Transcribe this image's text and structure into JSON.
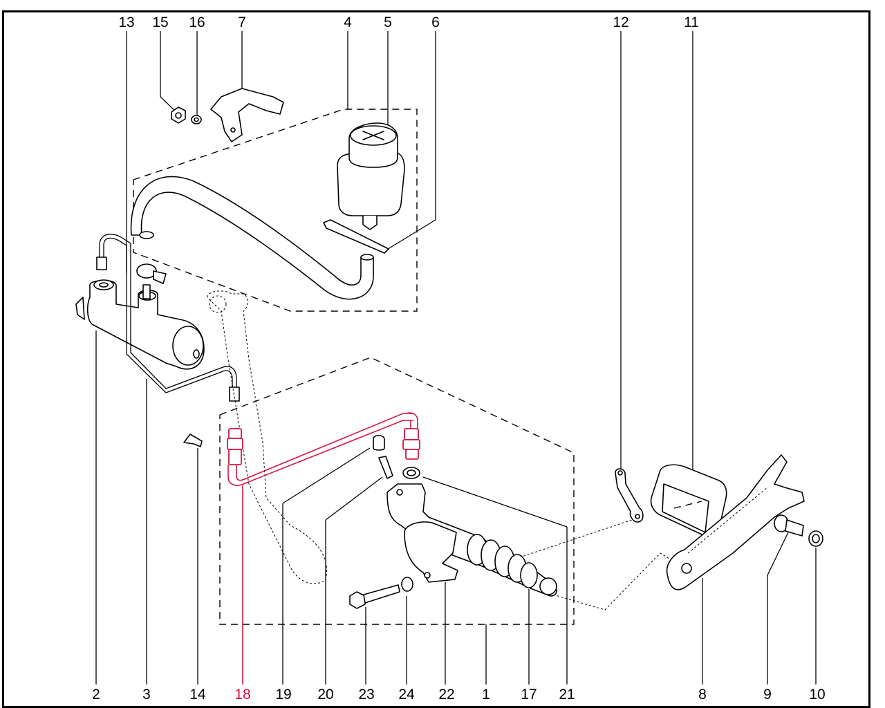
{
  "diagram": {
    "title": "Clutch hydraulic system exploded parts diagram",
    "highlight_color": "#d4143c",
    "highlighted_part": "18",
    "top_callouts": [
      {
        "id": "13",
        "part": "pipe-clip"
      },
      {
        "id": "15",
        "part": "nut"
      },
      {
        "id": "16",
        "part": "washer"
      },
      {
        "id": "7",
        "part": "reservoir-bracket"
      },
      {
        "id": "4",
        "part": "fluid-reservoir-kit"
      },
      {
        "id": "5",
        "part": "reservoir-with-cap"
      },
      {
        "id": "6",
        "part": "cable-tie"
      },
      {
        "id": "12",
        "part": "release-fork-spring-plate"
      },
      {
        "id": "11",
        "part": "rubber-boot"
      }
    ],
    "bottom_callouts": [
      {
        "id": "2",
        "part": "clutch-master-cylinder"
      },
      {
        "id": "3",
        "part": "pipe"
      },
      {
        "id": "14",
        "part": "clip"
      },
      {
        "id": "18",
        "part": "hydraulic-pipe",
        "highlighted": true
      },
      {
        "id": "19",
        "part": "dust-cap"
      },
      {
        "id": "20",
        "part": "bleed-screw"
      },
      {
        "id": "23",
        "part": "bolt"
      },
      {
        "id": "24",
        "part": "lock-washer"
      },
      {
        "id": "22",
        "part": "mounting-bracket"
      },
      {
        "id": "1",
        "part": "slave-cylinder-kit"
      },
      {
        "id": "17",
        "part": "slave-cylinder"
      },
      {
        "id": "21",
        "part": "sealing-washer"
      },
      {
        "id": "8",
        "part": "clutch-release-fork"
      },
      {
        "id": "9",
        "part": "pivot-bolt"
      },
      {
        "id": "10",
        "part": "washer"
      }
    ]
  }
}
